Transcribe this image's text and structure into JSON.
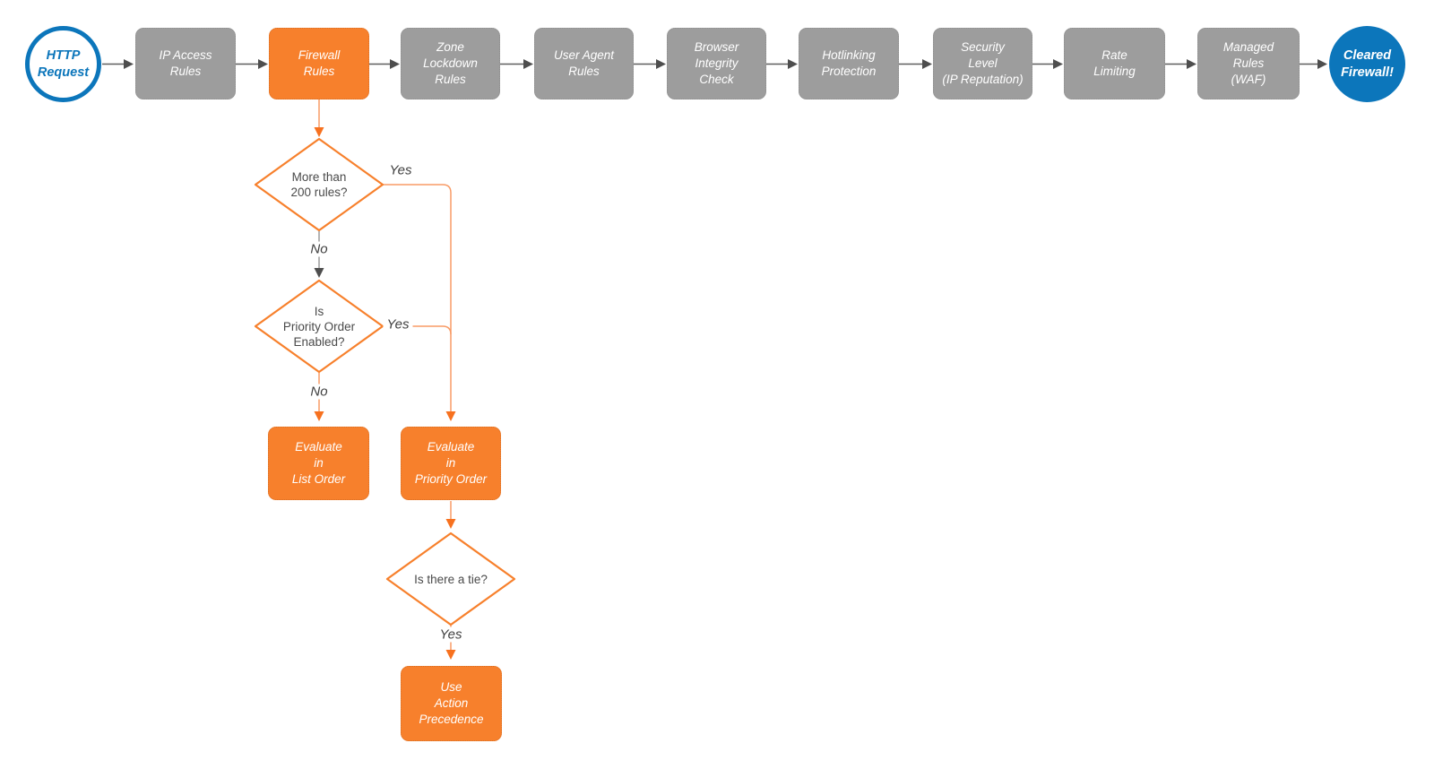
{
  "colors": {
    "orange": "#F7802C",
    "orange_line": "#F89B66",
    "orange_arrow": "#F7711F",
    "gray_box": "#9D9D9D",
    "gray_border": "#8F8F8F",
    "gray_line": "#9A9A9A",
    "line": "#5E5E5E",
    "arrow": "#4E4E4E",
    "blue": "#0C76BB",
    "diamond_text": "#4A4A4A",
    "label_text": "#3F3F3F"
  },
  "nodes": {
    "http_request": {
      "lines": [
        "HTTP",
        "Request"
      ]
    },
    "ip_access": {
      "lines": [
        "IP Access",
        "Rules"
      ]
    },
    "firewall_rules": {
      "lines": [
        "Firewall",
        "Rules"
      ]
    },
    "zone_lockdown": {
      "lines": [
        "Zone",
        "Lockdown",
        "Rules"
      ]
    },
    "user_agent": {
      "lines": [
        "User Agent",
        "Rules"
      ]
    },
    "browser_integrity": {
      "lines": [
        "Browser",
        "Integrity",
        "Check"
      ]
    },
    "hotlinking": {
      "lines": [
        "Hotlinking",
        "Protection"
      ]
    },
    "security_level": {
      "lines": [
        "Security",
        "Level",
        "(IP Reputation)"
      ]
    },
    "rate_limiting": {
      "lines": [
        "Rate",
        "Limiting"
      ]
    },
    "managed_rules": {
      "lines": [
        "Managed",
        "Rules",
        "(WAF)"
      ]
    },
    "cleared_firewall": {
      "lines": [
        "Cleared",
        "Firewall!"
      ]
    },
    "more_than_200": {
      "lines": [
        "More than",
        "200 rules?"
      ]
    },
    "priority_enabled": {
      "lines": [
        "Is",
        "Priority Order",
        "Enabled?"
      ]
    },
    "is_tie": {
      "lines": [
        "Is there a tie?"
      ]
    },
    "evaluate_list": {
      "lines": [
        "Evaluate",
        "in",
        "List Order"
      ]
    },
    "evaluate_priority": {
      "lines": [
        "Evaluate",
        "in",
        "Priority Order"
      ]
    },
    "use_action": {
      "lines": [
        "Use",
        "Action",
        "Precedence"
      ]
    }
  },
  "edge_labels": {
    "yes1": "Yes",
    "no1": "No",
    "yes2": "Yes",
    "no2": "No",
    "yes3": "Yes"
  }
}
